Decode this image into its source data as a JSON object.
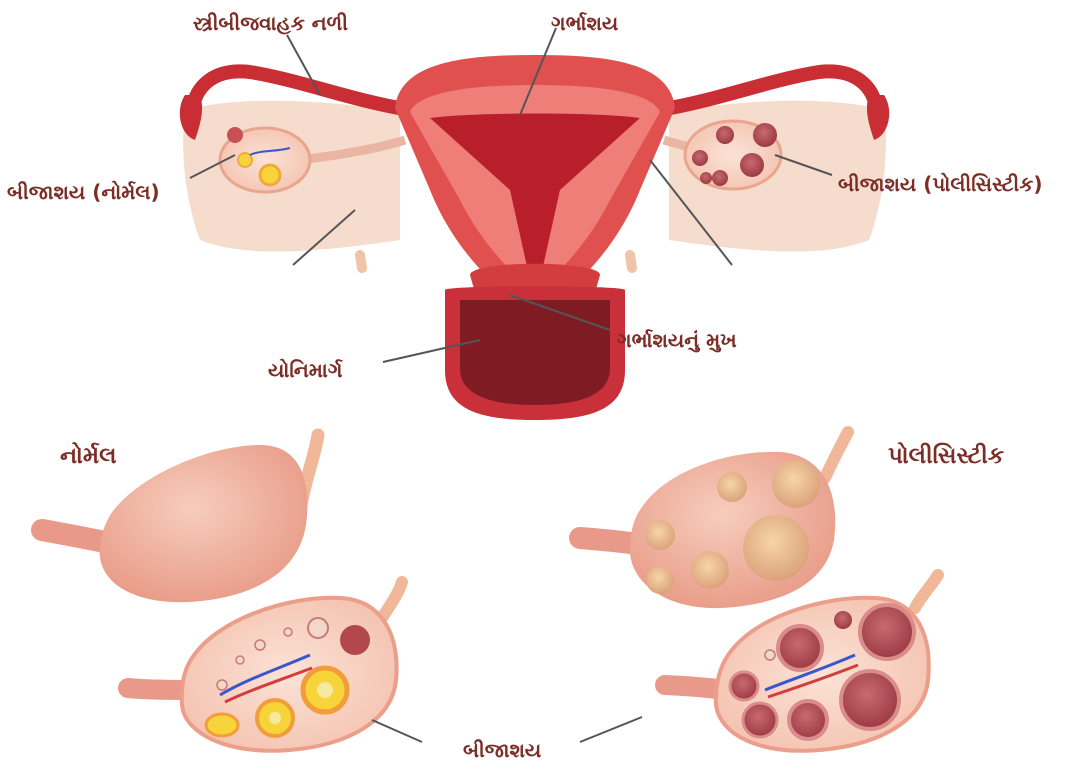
{
  "labels": {
    "fallopian_tube": "સ્ત્રીબીજવાહક નળી",
    "uterus": "ગર્ભાશય",
    "ovary_normal": "બીજાશય (નોર્મલ)",
    "ovary_polycystic": "બીજાશય (પોલીસિસ્ટીક)",
    "cervix": "ગર્ભાશયનું મુખ",
    "vagina": "યોનિમાર્ગ",
    "normal": "નોર્મલ",
    "polycystic": "પોલીસિસ્ટીક",
    "ovary": "બીજાશય"
  },
  "colors": {
    "label_text": "#7b2d26",
    "uterus_wall": "#e0504f",
    "uterus_dark": "#a81d25",
    "tissue": "#f6d9c9",
    "ovary": "#f3b7a3",
    "cyst": "#f1c79b",
    "cyst_inner": "#b94c55",
    "follicle": "#f7d43a",
    "leader_line": "#555555"
  }
}
